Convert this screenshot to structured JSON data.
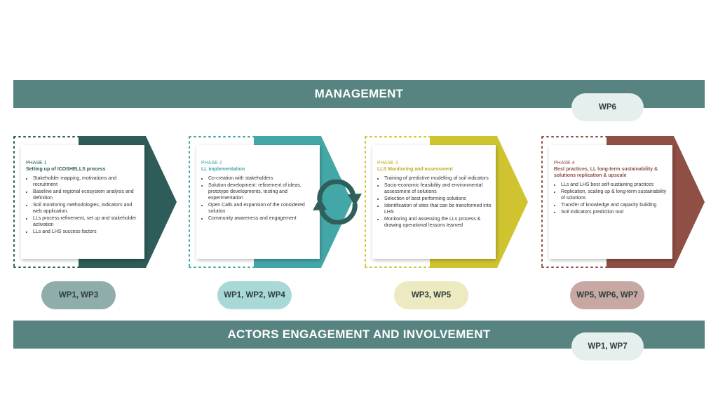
{
  "management": {
    "title": "MANAGEMENT",
    "wp": "WP6"
  },
  "actors": {
    "title": "ACTORS ENGAGEMENT AND INVOLVEMENT",
    "wp": "WP1, WP7"
  },
  "phases": [
    {
      "phase": "PHASE 1",
      "title": "Setting up of ICOSHELLS process",
      "color": "#2d5c59",
      "pill_color": "#8fadab",
      "items": [
        "Stakeholder mapping, motivations and recruitment",
        "Baseline and regional ecosystem analysis and definition",
        "Soil monitoring methodologies, indicators and web application.",
        "LLs process refinement, set up and stakeholder activation",
        "LLs and LHS success factors"
      ],
      "wp": "WP1, WP3"
    },
    {
      "phase": "PHASE 2",
      "title": "LL implementation",
      "color": "#44a7a7",
      "pill_color": "#a8d9d7",
      "items": [
        "Co-creation with stakeholders",
        "Solution development: refinement of ideas, prototype developments, testing and experimentation",
        "Open Calls and expansion of the considered solution",
        "Community awareness and engagement"
      ],
      "wp": "WP1, WP2, WP4"
    },
    {
      "phase": "PHASE 3",
      "title": "LLS Monitoring and assessment",
      "color": "#cfc430",
      "pill_color": "#ede9c1",
      "items": [
        "Training of predictive modelling of soil indicators",
        "Socio-economic feasibility and environmental assessment of solutions",
        "Selection of best performing solutions",
        "Identification of sites that can be transformed into LHS",
        "Monitoring and assessing the LLs process & drawing operational lessons learned"
      ],
      "wp": "WP3, WP5"
    },
    {
      "phase": "PHASE 4",
      "title": "Best practices, LL long-term sustainability & solutions replication & upscale",
      "color": "#8f4f44",
      "pill_color": "#c8a8a2",
      "items": [
        "LLs and LHS best self-sustaining practices",
        "Replication, scaling up & long-term sustainability of solutions",
        "Transfer of knowledge and capacity building",
        "Soil indicators prediction tool"
      ],
      "wp": "WP5, WP6, WP7"
    }
  ]
}
